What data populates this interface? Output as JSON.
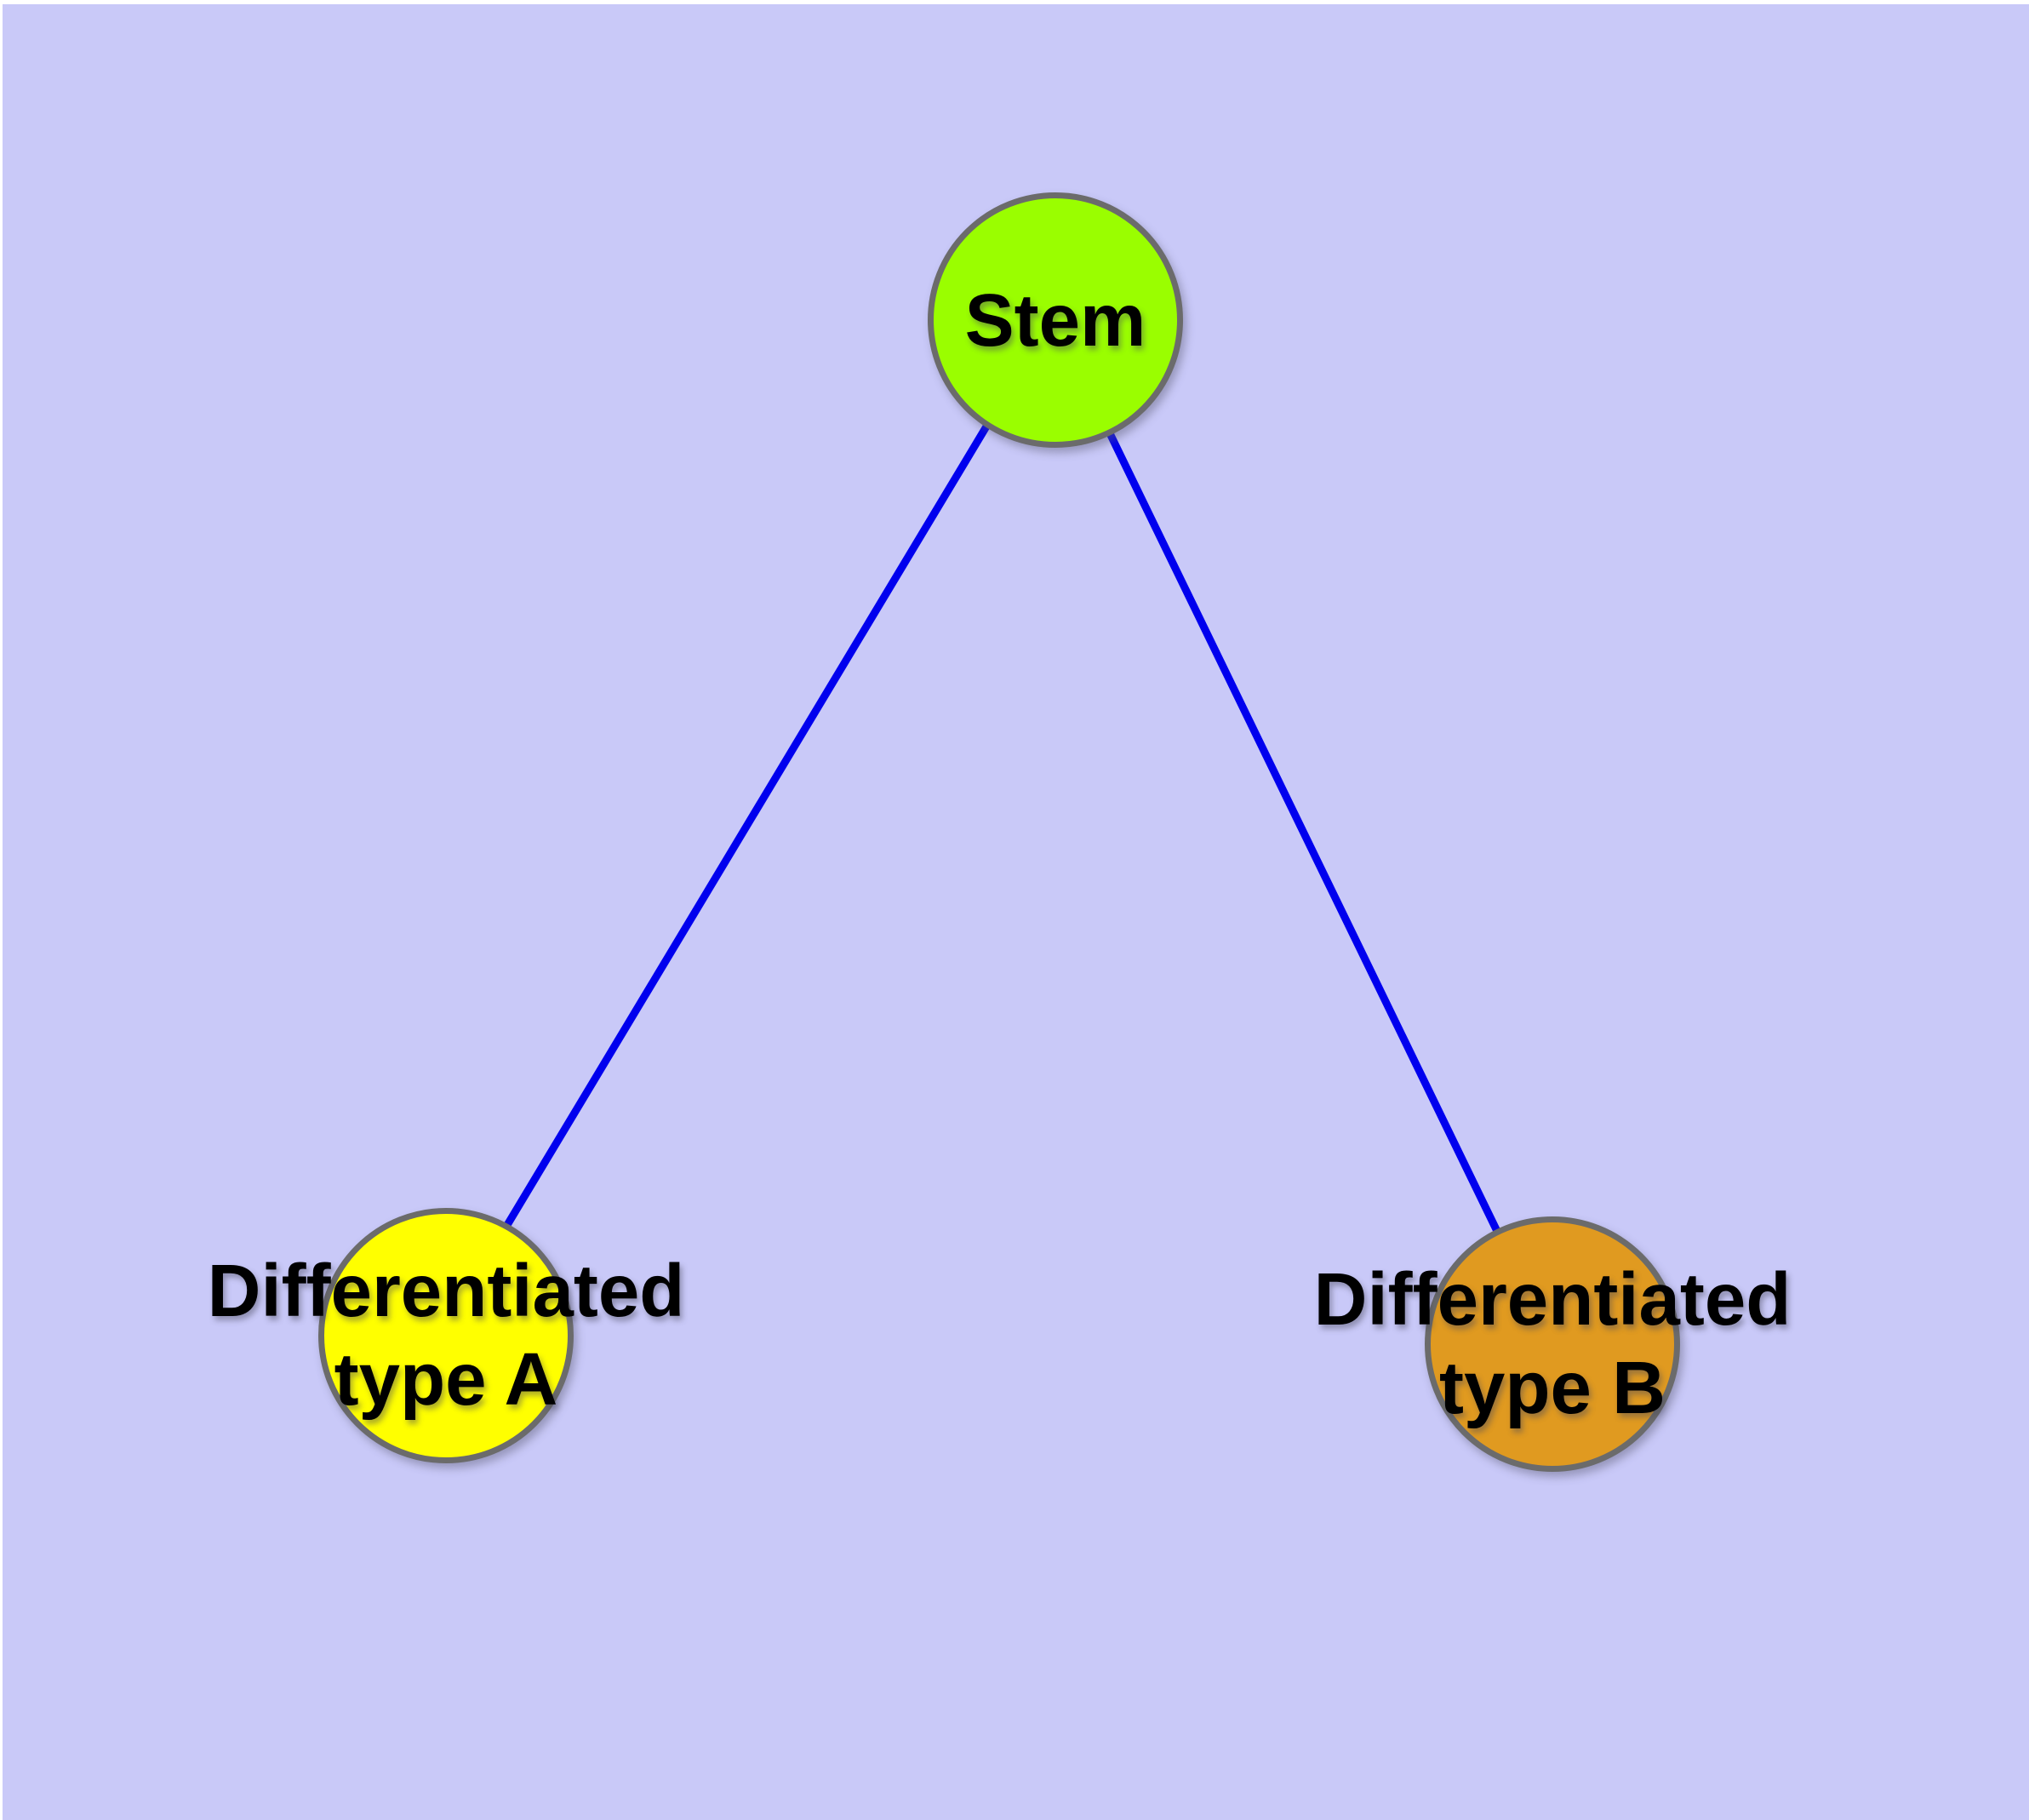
{
  "canvas": {
    "page_background": "#ffffff",
    "background": "#c9c9f8"
  },
  "diagram": {
    "text_color": "#000000",
    "node_border_color": "#6b6b6b",
    "edge_color": "#0000ee",
    "nodes": [
      {
        "id": "stem",
        "lines": [
          "Stem"
        ],
        "fill": "#9afe00"
      },
      {
        "id": "type-a",
        "lines": [
          "Differentiated",
          "type A"
        ],
        "fill": "#ffff00"
      },
      {
        "id": "type-b",
        "lines": [
          "Differentiated",
          "type B"
        ],
        "fill": "#e09a20"
      }
    ],
    "edges": [
      {
        "from": "stem",
        "to": "type-a",
        "color": "#0000ee"
      },
      {
        "from": "stem",
        "to": "type-b",
        "color": "#0000ee"
      }
    ]
  }
}
